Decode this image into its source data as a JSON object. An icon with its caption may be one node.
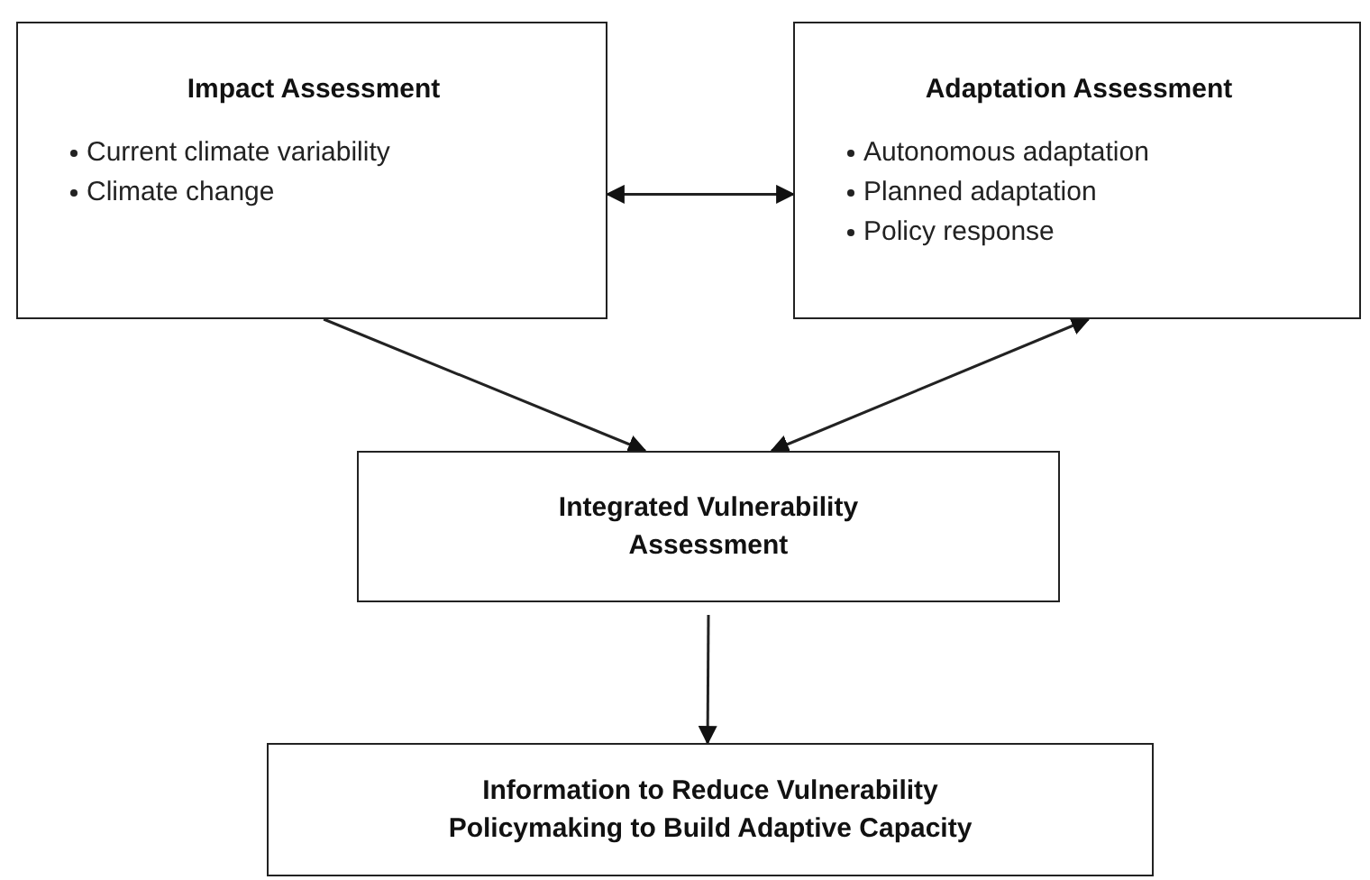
{
  "diagram": {
    "nodes": [
      {
        "text": [
          "Impact Assessment",
          "Current climate variability",
          "Climate change"
        ]
      },
      {
        "text": [
          "Adaptation Assessment",
          "Autonomous adaptation",
          "Planned adaptation",
          "Policy response"
        ]
      },
      {
        "text": [
          "Integrated Vulnerability Assessment"
        ]
      },
      {
        "text": [
          "Information to Reduce Vulnerability Policymaking to Build Adaptive Capacity"
        ]
      }
    ],
    "edges": [
      {
        "from": 0,
        "to": 1,
        "arrow": "both"
      },
      {
        "from": 0,
        "to": 2,
        "arrow": "to"
      },
      {
        "from": 1,
        "to": 2,
        "arrow": "both"
      },
      {
        "from": 2,
        "to": 3,
        "arrow": "to"
      }
    ]
  }
}
